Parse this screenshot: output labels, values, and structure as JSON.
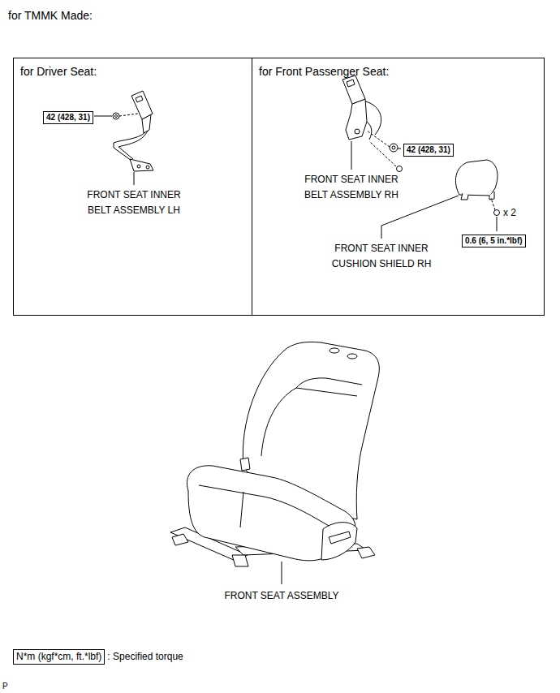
{
  "diagram": {
    "title": "for TMMK Made:",
    "nodes": [
      {
        "text": [
          "for Driver Seat:"
        ]
      },
      {
        "text": [
          "42 (428, 31)"
        ],
        "in": 0
      },
      {
        "text": [
          "for Front Passenger Seat:"
        ]
      },
      {
        "text": [
          "42 (428, 31)"
        ],
        "in": 2
      },
      {
        "text": [
          "0.6 (6, 5 in.*lbf)"
        ],
        "in": 2
      },
      {
        "text": [
          "N*m (kgf*cm, ft.*lbf)"
        ]
      }
    ],
    "labels": [
      "FRONT SEAT INNER BELT ASSEMBLY LH",
      "FRONT SEAT INNER BELT ASSEMBLY RH",
      "x 2",
      "FRONT SEAT INNER CUSHION SHIELD RH",
      "FRONT SEAT ASSEMBLY",
      ": Specified torque",
      "P"
    ]
  }
}
